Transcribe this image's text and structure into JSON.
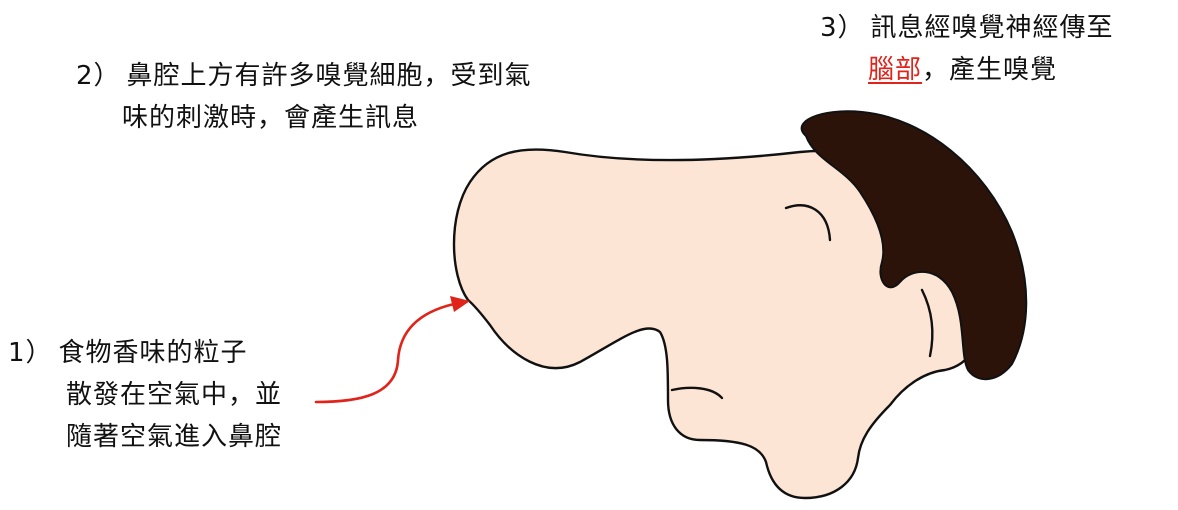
{
  "colors": {
    "skin": "#fde5d6",
    "hair": "#2b130a",
    "outline": "#111111",
    "arrow": "#e0241b",
    "highlight_text": "#e0241b"
  },
  "icons": {
    "head": "head-profile-icon",
    "arrow": "curved-arrow-icon"
  },
  "captions": {
    "step1": {
      "number": "1）",
      "line1": "食物香味的粒子",
      "line2": "散發在空氣中，並",
      "line3": "隨著空氣進入鼻腔"
    },
    "step2": {
      "number": "2）",
      "line1": "鼻腔上方有許多嗅覺細胞，受到氣",
      "line2": "味的刺激時，會產生訊息"
    },
    "step3": {
      "number": "3）",
      "line1": "訊息經嗅覺神經傳至",
      "highlight": "腦部",
      "line2_rest": "，產生嗅覺"
    }
  }
}
